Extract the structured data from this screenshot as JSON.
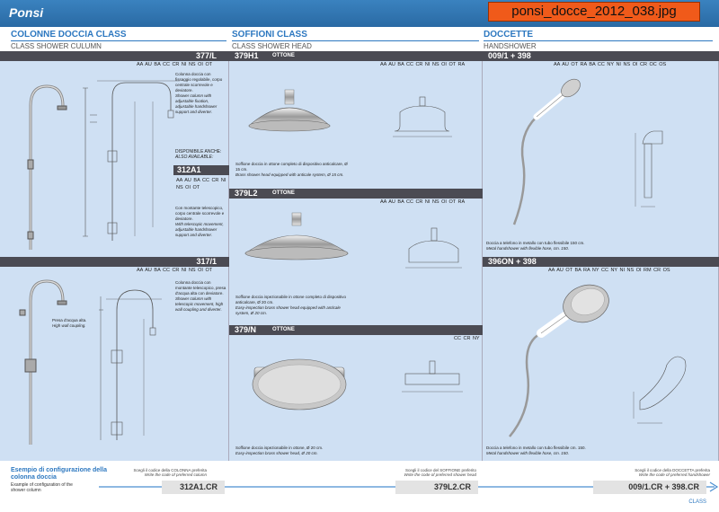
{
  "header": {
    "brand": "Ponsi",
    "filename": "ponsi_docce_2012_038.jpg"
  },
  "sections": {
    "col1": {
      "title": "COLONNE DOCCIA CLASS",
      "subtitle": "CLASS SHOWER CULUMN"
    },
    "col2": {
      "title": "SOFFIONI CLASS",
      "subtitle": "CLASS SHOWER HEAD"
    },
    "col3": {
      "title": "DOCCETTE",
      "subtitle": "HANDSHOWER"
    }
  },
  "products": {
    "p377L": {
      "code": "377/L",
      "finishes": "AA AU BA CC CR NI NS OI OT",
      "desc_it": "Colonna doccia con fissaggio regolabile, corpo centrale scorrevole e deviatore.",
      "desc_en": "Shower column with adjustable fixation, adjustable handshower support and diverter.",
      "available_it": "DISPONIBILE ANCHE:",
      "available_en": "ALSO AVAILABLE:",
      "alt_code": "312A1",
      "alt_finishes": "AA AU BA CC CR NI NS OI OT",
      "alt_desc_it": "Con montante telescopico, corpo centrale scorrevole e deviatore.",
      "alt_desc_en": "With telescopic movement, adjustable handshower support and diverter."
    },
    "p317_1": {
      "code": "317/1",
      "finishes": "AA AU BA CC CR NI NS OI OT",
      "desc_it": "Colonna doccia con montante telescopico, presa d'acqua alta con deviatore.",
      "desc_en": "Shower column with telescopic movement, high wall coupling and diverter.",
      "note_it": "Presa d'acqua alta.",
      "note_en": "High wall coupling."
    },
    "p379H1": {
      "code": "379H1",
      "material": "OTTONE",
      "finishes": "AA AU BA CC CR NI NS OI OT RA",
      "desc_it": "Soffione doccia in ottone completo di dispositivo anticalcare, Ø 15 cm.",
      "desc_en": "Brass shower head equipped with anticale system, Ø 15 cm."
    },
    "p379L2": {
      "code": "379L2",
      "material": "OTTONE",
      "finishes": "AA AU BA CC CR NI NS OI OT RA",
      "desc_it": "Soffione doccia ispezionabile in ottone completo di dispositivo anticalcare, Ø 20 cm.",
      "desc_en": "Easy-inspection brass shower head equipped with anticale system, Ø 20 cm."
    },
    "p379N": {
      "code": "379/N",
      "material": "OTTONE",
      "finishes": "CC CR NY",
      "desc_it": "Soffione doccia ispezionabile in ottone, Ø 20 cm.",
      "desc_en": "Easy-inspection brass shower head, Ø 20 cm."
    },
    "p009": {
      "code": "009/1 + 398",
      "finishes": "AA AU OT RA BA CC NY NI NS OI CR OC OS",
      "desc_it": "Doccia a telefono in metallo con tubo flessibile 150 cm.",
      "desc_en": "Metal handshower with flexible hose, cm. 150."
    },
    "p396": {
      "code": "396ON + 398",
      "finishes": "AA AU OT BA RA NY CC NY NI NS OI RM CR OS",
      "desc_it": "Doccia a telefono in metallo con tubo flessibile cm. 150.",
      "desc_en": "Metal handshower with flexible hose, cm. 150."
    }
  },
  "footer": {
    "title_it": "Esempio di configurazione della colonna doccia",
    "title_en": "Example of configuration of the shower column",
    "note1_it": "Scegli il codice della COLONNA preferita",
    "note1_en": "Write the code of preferred column",
    "code1": "312A1.CR",
    "note2_it": "Scegli il codice del SOFFIONE preferito",
    "note2_en": "Write the code of preferred shower head",
    "code2": "379L2.CR",
    "note3_it": "Scegli il codice della DOCCETTA preferita",
    "note3_en": "Write the code of preferred handshower",
    "code3": "009/1.CR + 398.CR",
    "class_label": "CLASS"
  }
}
